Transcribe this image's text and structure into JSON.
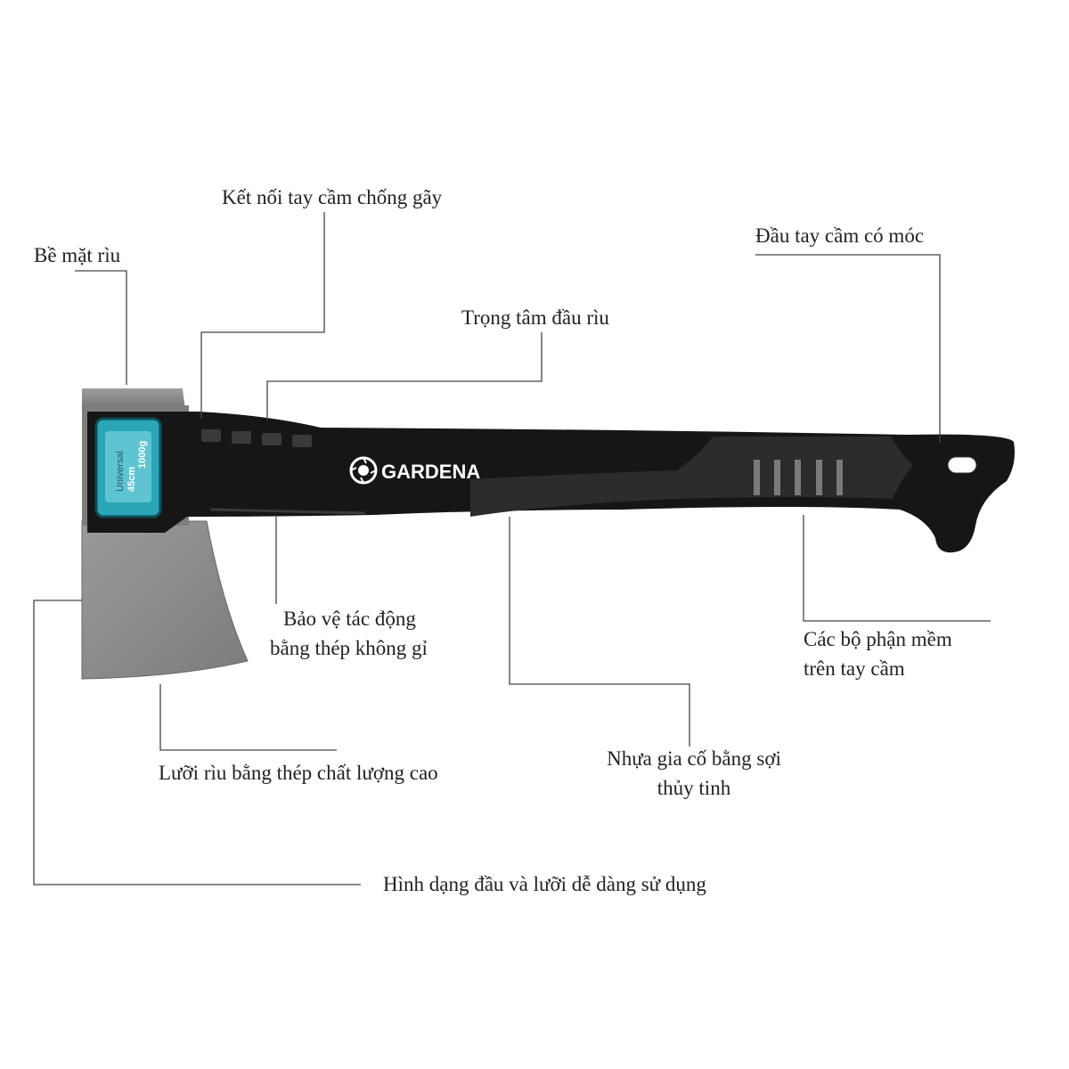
{
  "product": {
    "brand": "GARDENA",
    "sticker_line1": "Universal",
    "sticker_line2": "45cm",
    "sticker_line3": "1000g"
  },
  "labels": {
    "be_mat_riu": "Bề mặt rìu",
    "ket_noi_tay_cam": "Kết nối tay cầm chống gãy",
    "trong_tam": "Trọng tâm đầu rìu",
    "dau_tay_cam": "Đầu tay cầm có móc",
    "bao_ve_line1": "Bảo vệ tác động",
    "bao_ve_line2": "bằng thép không gỉ",
    "bo_phan_mem_line1": "Các bộ phận mềm",
    "bo_phan_mem_line2": "trên tay cầm",
    "luoi_riu": "Lưỡi rìu bằng thép chất lượng cao",
    "nhua_line1": "Nhựa gia cố bằng sợi",
    "nhua_line2": "thủy tinh",
    "hinh_dang": "Hình dạng đầu và lưỡi dễ dàng sử dụng"
  },
  "colors": {
    "handle_black": "#161616",
    "handle_grey": "#2e2e2e",
    "steel": "#8a8a8a",
    "steel_dark": "#6d6d6d",
    "accent_teal": "#2aa6b8",
    "brand_white": "#ffffff"
  }
}
